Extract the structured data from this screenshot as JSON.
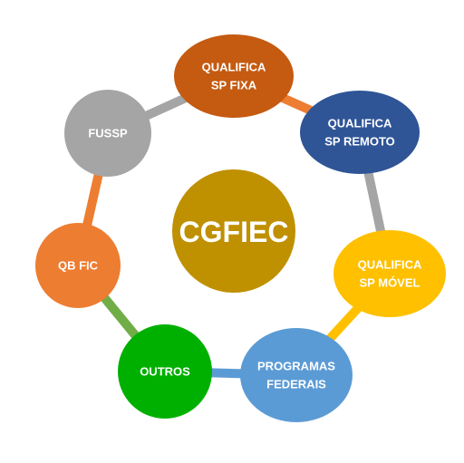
{
  "center": {
    "label": "CGFIEC",
    "color": "#BF9000"
  },
  "nodes": [
    {
      "id": "qualifica-sp-fixa",
      "lines": [
        "QUALIFICA",
        "SP FIXA"
      ],
      "color": "#C55A11"
    },
    {
      "id": "qualifica-sp-remoto",
      "lines": [
        "QUALIFICA",
        "SP REMOTO"
      ],
      "color": "#2F5597"
    },
    {
      "id": "qualifica-sp-movel",
      "lines": [
        "QUALIFICA",
        "SP MÓVEL"
      ],
      "color": "#FFC000"
    },
    {
      "id": "programas-federais",
      "lines": [
        "PROGRAMAS",
        "FEDERAIS"
      ],
      "color": "#5B9BD5"
    },
    {
      "id": "outros",
      "lines": [
        "OUTROS"
      ],
      "color": "#00B000"
    },
    {
      "id": "qb-fic",
      "lines": [
        "QB FIC"
      ],
      "color": "#ED7D31"
    },
    {
      "id": "fussp",
      "lines": [
        "FUSSP"
      ],
      "color": "#A5A5A5"
    }
  ],
  "connectors": [
    {
      "from": "qualifica-sp-fixa",
      "to": "qualifica-sp-remoto",
      "color": "#ED7D31"
    },
    {
      "from": "qualifica-sp-remoto",
      "to": "qualifica-sp-movel",
      "color": "#A5A5A5"
    },
    {
      "from": "qualifica-sp-movel",
      "to": "programas-federais",
      "color": "#FFC000"
    },
    {
      "from": "programas-federais",
      "to": "outros",
      "color": "#5B9BD5"
    },
    {
      "from": "outros",
      "to": "qb-fic",
      "color": "#70AD47"
    },
    {
      "from": "qb-fic",
      "to": "fussp",
      "color": "#ED7D31"
    },
    {
      "from": "fussp",
      "to": "qualifica-sp-fixa",
      "color": "#A5A5A5"
    }
  ]
}
